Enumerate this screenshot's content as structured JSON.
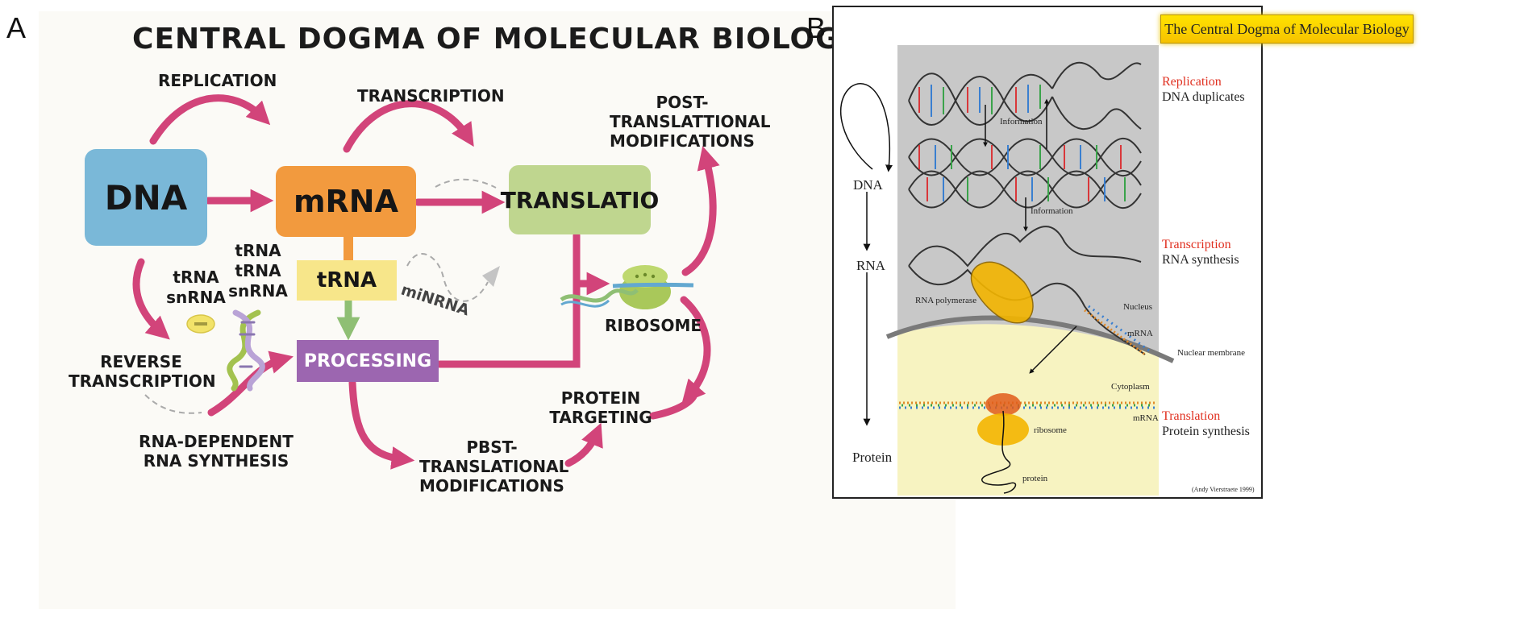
{
  "panel_a": {
    "letter": "A",
    "title": "CENTRAL DOGMA OF MOLECULAR BIOLOGY",
    "boxes": {
      "dna": "DNA",
      "mrna": "mRNA",
      "translation": "TRANSLATIO",
      "trna": "tRNA",
      "processing": "PROCESSING"
    },
    "labels": {
      "replication": "REPLICATION",
      "transcription": "TRANSCRIPTION",
      "post_translational_top_1": "POST-",
      "post_translational_top_2": "TRANSLATTIONAL",
      "post_translational_top_3": "MODIFICATIONS",
      "trna_stack_1": "tRNA",
      "trna_stack_2": "tRNA",
      "snrna_stack": "snRNA",
      "trna_left": "tRNA",
      "snrna_left": "snRNA",
      "mirna": "miNRNA",
      "ribosome": "RIBOSOME",
      "reverse_1": "REVERSE",
      "reverse_2": "TRANSCRIPTION",
      "rna_dep_1": "RNA-DEPENDENT",
      "rna_dep_2": "RNA SYNTHESIS",
      "pbst_1": "PBST-",
      "pbst_2": "TRANSLATIONAL",
      "pbst_3": "MODIFICATIONS",
      "protein_targeting_1": "PROTEIN",
      "protein_targeting_2": "TARGETING"
    },
    "colors": {
      "arrow": "#d2447a",
      "dna_box": "#7ab8d8",
      "mrna_box": "#f29a3e",
      "translation_box": "#bfd68f",
      "trna_box": "#f7e68a",
      "processing_box": "#9c66b0"
    }
  },
  "panel_b": {
    "letter": "B",
    "title": "The Central Dogma of Molecular Biology",
    "left_axis": {
      "dna": "DNA",
      "rna": "RNA",
      "protein": "Protein"
    },
    "labels": {
      "information_1": "Information",
      "information_2": "Information",
      "rna_polymerase": "RNA polymerase",
      "nucleus": "Nucleus",
      "mrna_1": "mRNA",
      "nuclear_membrane": "Nuclear membrane",
      "cytoplasm": "Cytoplasm",
      "mrna_2": "mRNA",
      "ribosome": "ribosome",
      "protein": "protein",
      "credit": "(Andy Vierstraete 1999)"
    },
    "stages": [
      {
        "name": "Replication",
        "desc": "DNA duplicates"
      },
      {
        "name": "Transcription",
        "desc": "RNA synthesis"
      },
      {
        "name": "Translation",
        "desc": "Protein synthesis"
      }
    ],
    "colors": {
      "nucleus_bg": "#c8c8c8",
      "cytoplasm_bg": "#f7f3c1",
      "title_bg": "#f9d000",
      "stage_red": "#e03020"
    }
  }
}
